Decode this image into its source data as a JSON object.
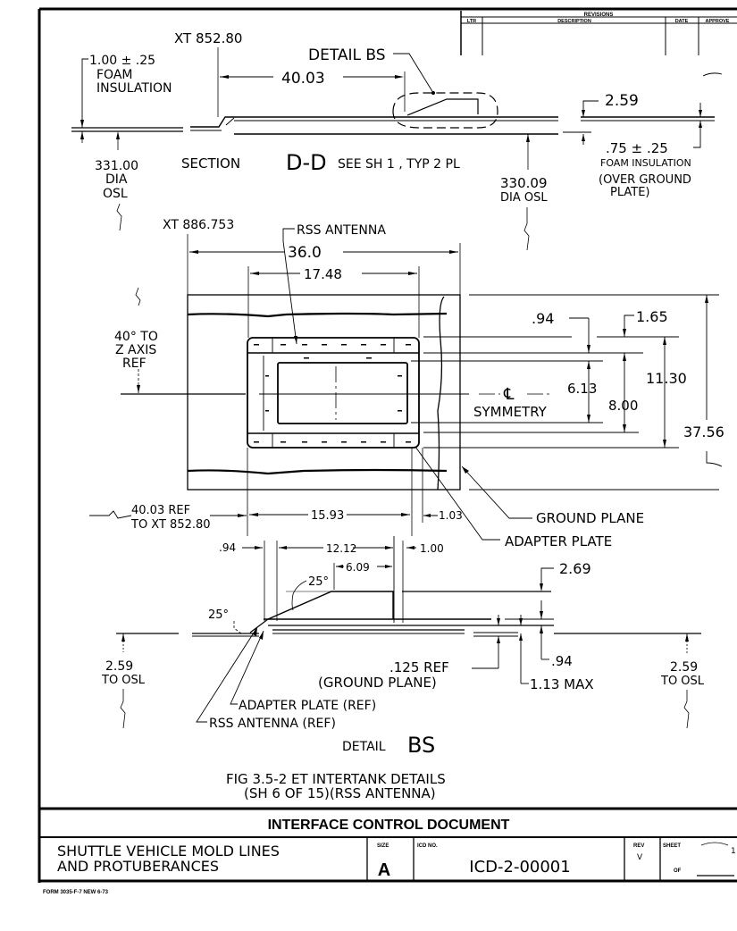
{
  "revisions": {
    "title": "REVISIONS",
    "columns": [
      "LTR",
      "DESCRIPTION",
      "DATE",
      "APPROVE"
    ]
  },
  "section_view": {
    "xt_station": "XT 852.80",
    "foam_callout": [
      "1.00 ± .25",
      "FOAM",
      "INSULATION"
    ],
    "detail_callout": "DETAIL BS",
    "dim_40_03": "40.03",
    "dim_2_59": "2.59",
    "dia_left": [
      "331.00",
      "DIA",
      "OSL"
    ],
    "section_label_prefix": "SECTION",
    "section_label_letters": "D-D",
    "section_label_suffix": "SEE SH 1 ,  TYP 2 PL",
    "dia_right": [
      "330.09",
      "DIA OSL"
    ],
    "foam_right": [
      ".75 ± .25",
      "FOAM INSULATION",
      "(OVER GROUND",
      "PLATE)"
    ]
  },
  "plan_view": {
    "xt_station": "XT 886.753",
    "rss_antenna": "RSS ANTENNA",
    "dim_36_0": "36.0",
    "dim_17_48": "17.48",
    "angle_ref": [
      "40° TO",
      "Z AXIS",
      "REF"
    ],
    "dim_094": ".94",
    "dim_165": "1.65",
    "dim_1130": "11.30",
    "dim_613": "6.13",
    "dim_800": "8.00",
    "dim_3756": "37.56",
    "centerline_symbol": "℄",
    "symmetry": "SYMMETRY",
    "ref_40_03": [
      "40.03 REF",
      "TO XT 852.80"
    ],
    "dim_1593": "15.93",
    "dim_103": "1.03",
    "ground_plane": "GROUND PLANE",
    "adapter_plate": "ADAPTER PLATE"
  },
  "detail_bs": {
    "dim_094": ".94",
    "dim_1212": "12.12",
    "dim_100": "1.00",
    "dim_609": "6.09",
    "angle_25_top": "25°",
    "angle_25_left": "25°",
    "dim_269": "2.69",
    "left_osl": [
      "2.59",
      "TO OSL"
    ],
    "right_osl": [
      "2.59",
      "TO OSL"
    ],
    "ground_plane_ref": [
      ".125 REF",
      "(GROUND PLANE)"
    ],
    "dim_094b": ".94",
    "dim_113": "1.13 MAX",
    "adapter_plate_ref": "ADAPTER PLATE (REF)",
    "rss_antenna_ref": "RSS ANTENNA (REF)",
    "title_prefix": "DETAIL",
    "title_letters": "BS"
  },
  "figure": {
    "caption_line1": "FIG 3.5-2  ET  INTERTANK  DETAILS",
    "caption_line2": "(SH 6 OF 15)(RSS ANTENNA)"
  },
  "title_block": {
    "header": "INTERFACE CONTROL DOCUMENT",
    "title_line1": "SHUTTLE VEHICLE MOLD LINES",
    "title_line2": "AND PROTUBERANCES",
    "size_label": "SIZE",
    "size_value": "A",
    "icd_label": "ICD NO.",
    "icd_value": "ICD-2-00001",
    "rev_label": "REV",
    "rev_value": "V",
    "sheet_label": "SHEET",
    "of_label": "OF",
    "sheet_value": "1"
  },
  "form_number": "FORM 3035-F-7 NEW 6-73"
}
